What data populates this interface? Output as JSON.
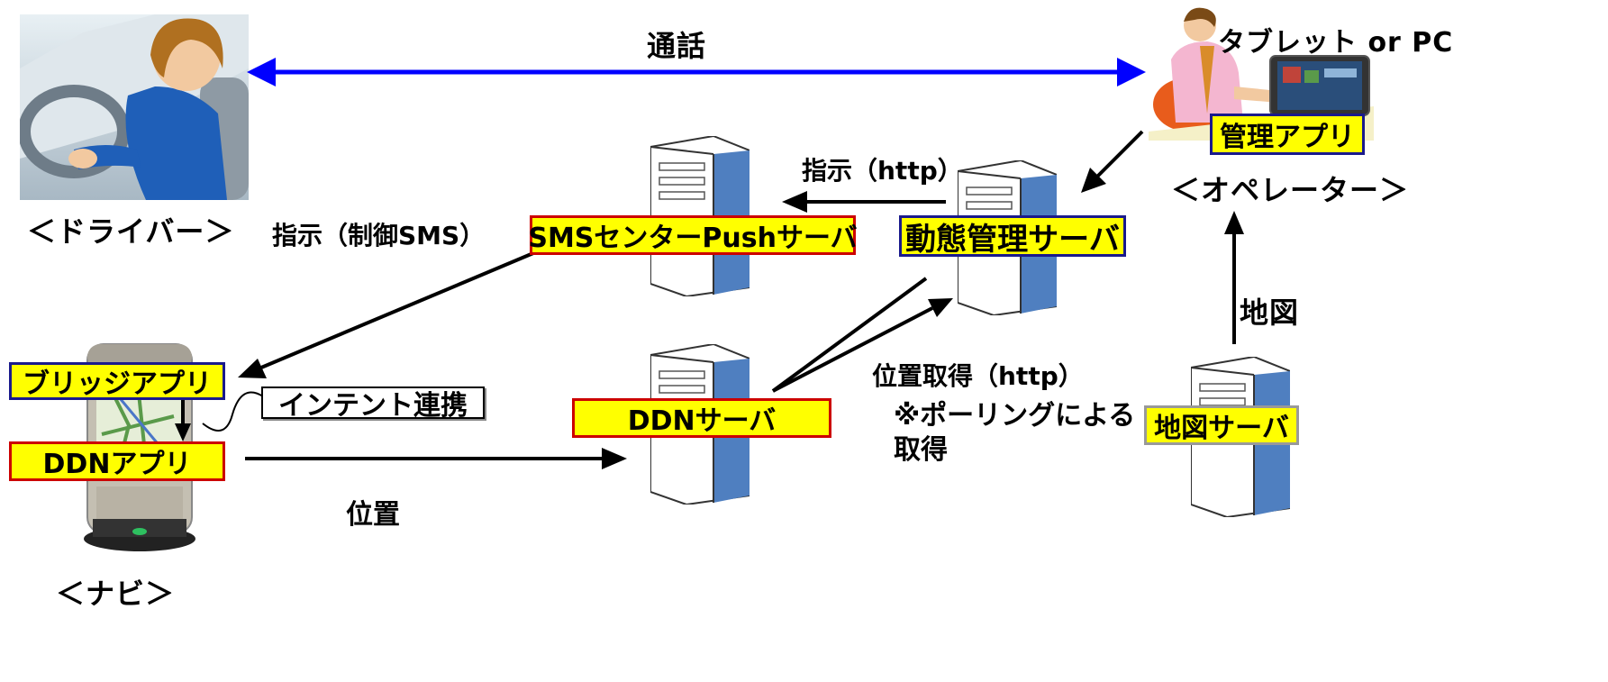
{
  "top_arrow_label": "通話",
  "operator": {
    "device_label": "タブレット or PC",
    "app_box": "管理アプリ",
    "caption": "＜オペレーター＞"
  },
  "driver": {
    "caption": "＜ドライバー＞"
  },
  "navi": {
    "bridge_box": "ブリッジアプリ",
    "ddn_app_box": "DDNアプリ",
    "intent_box": "インテント連携",
    "caption": "＜ナビ＞"
  },
  "servers": {
    "sms_box": "SMSセンターPushサーバ",
    "dynamic_box": "動態管理サーバ",
    "ddn_box": "DDNサーバ",
    "map_box": "地図サーバ"
  },
  "labels": {
    "instruction_http": "指示（http）",
    "instruction_sms": "指示（制御SMS）",
    "position": "位置",
    "position_get_line1": "位置取得（http）",
    "position_get_line2": "※ポーリングによる",
    "position_get_line3": "取得",
    "map": "地図"
  },
  "colors": {
    "call_arrow": "#0000ff",
    "box_fill": "#ffff00",
    "red_border": "#cc0000",
    "blue_border": "#1a1a8c"
  }
}
